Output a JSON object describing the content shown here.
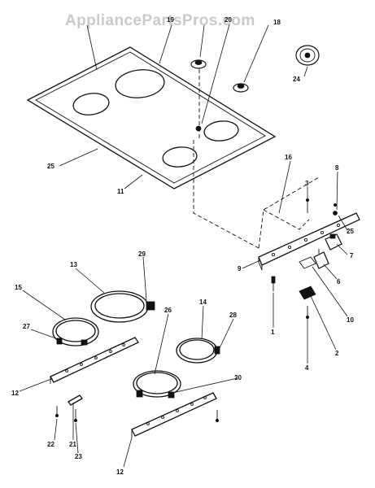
{
  "watermark": "AppliancePartsPros.com",
  "callouts": {
    "c1": "1",
    "c2": "2",
    "c3": "3",
    "c4": "4",
    "c6": "6",
    "c7": "7",
    "c8": "8",
    "c9": "9",
    "c10": "10",
    "c11": "11",
    "c12a": "12",
    "c12b": "12",
    "c13": "13",
    "c14": "14",
    "c15": "15",
    "c16": "16",
    "c19": "19",
    "c20": "20",
    "c21": "21",
    "c22": "22",
    "c23": "23",
    "c24": "24",
    "c25a": "25",
    "c25b": "25",
    "c26": "26",
    "c27": "27",
    "c28": "28",
    "c29": "29",
    "c30": "30",
    "c18": "18"
  }
}
